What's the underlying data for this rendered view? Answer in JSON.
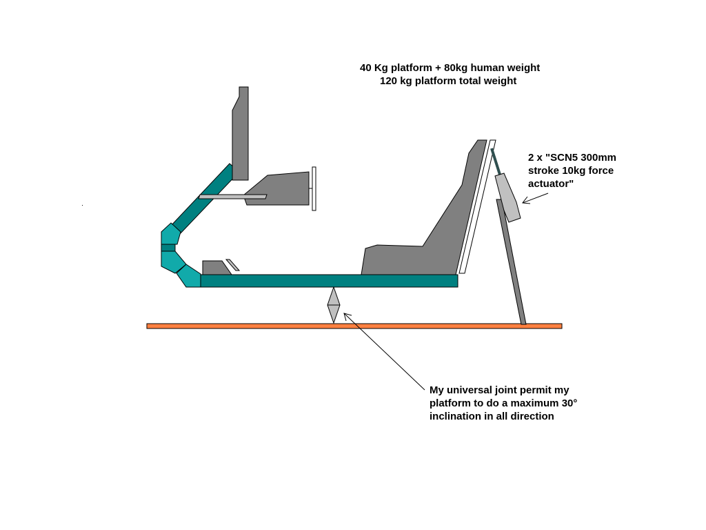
{
  "annotations": {
    "weight": {
      "line1": "40 Kg platform + 80kg human weight",
      "line2": "120 kg platform total weight"
    },
    "actuator": {
      "line1": "2 x \"SCN5 300mm",
      "line2": "stroke 10kg force",
      "line3": "actuator\""
    },
    "joint": {
      "line1": "My universal joint permit my",
      "line2": "platform to do a maximum 30°",
      "line3": "inclination in all direction"
    }
  },
  "colors": {
    "frame": "#008080",
    "frame_joint": "#11aaaa",
    "component": "#808080",
    "floor": "#ff8040",
    "light_part": "#c0c0c0",
    "outline": "#000000"
  }
}
